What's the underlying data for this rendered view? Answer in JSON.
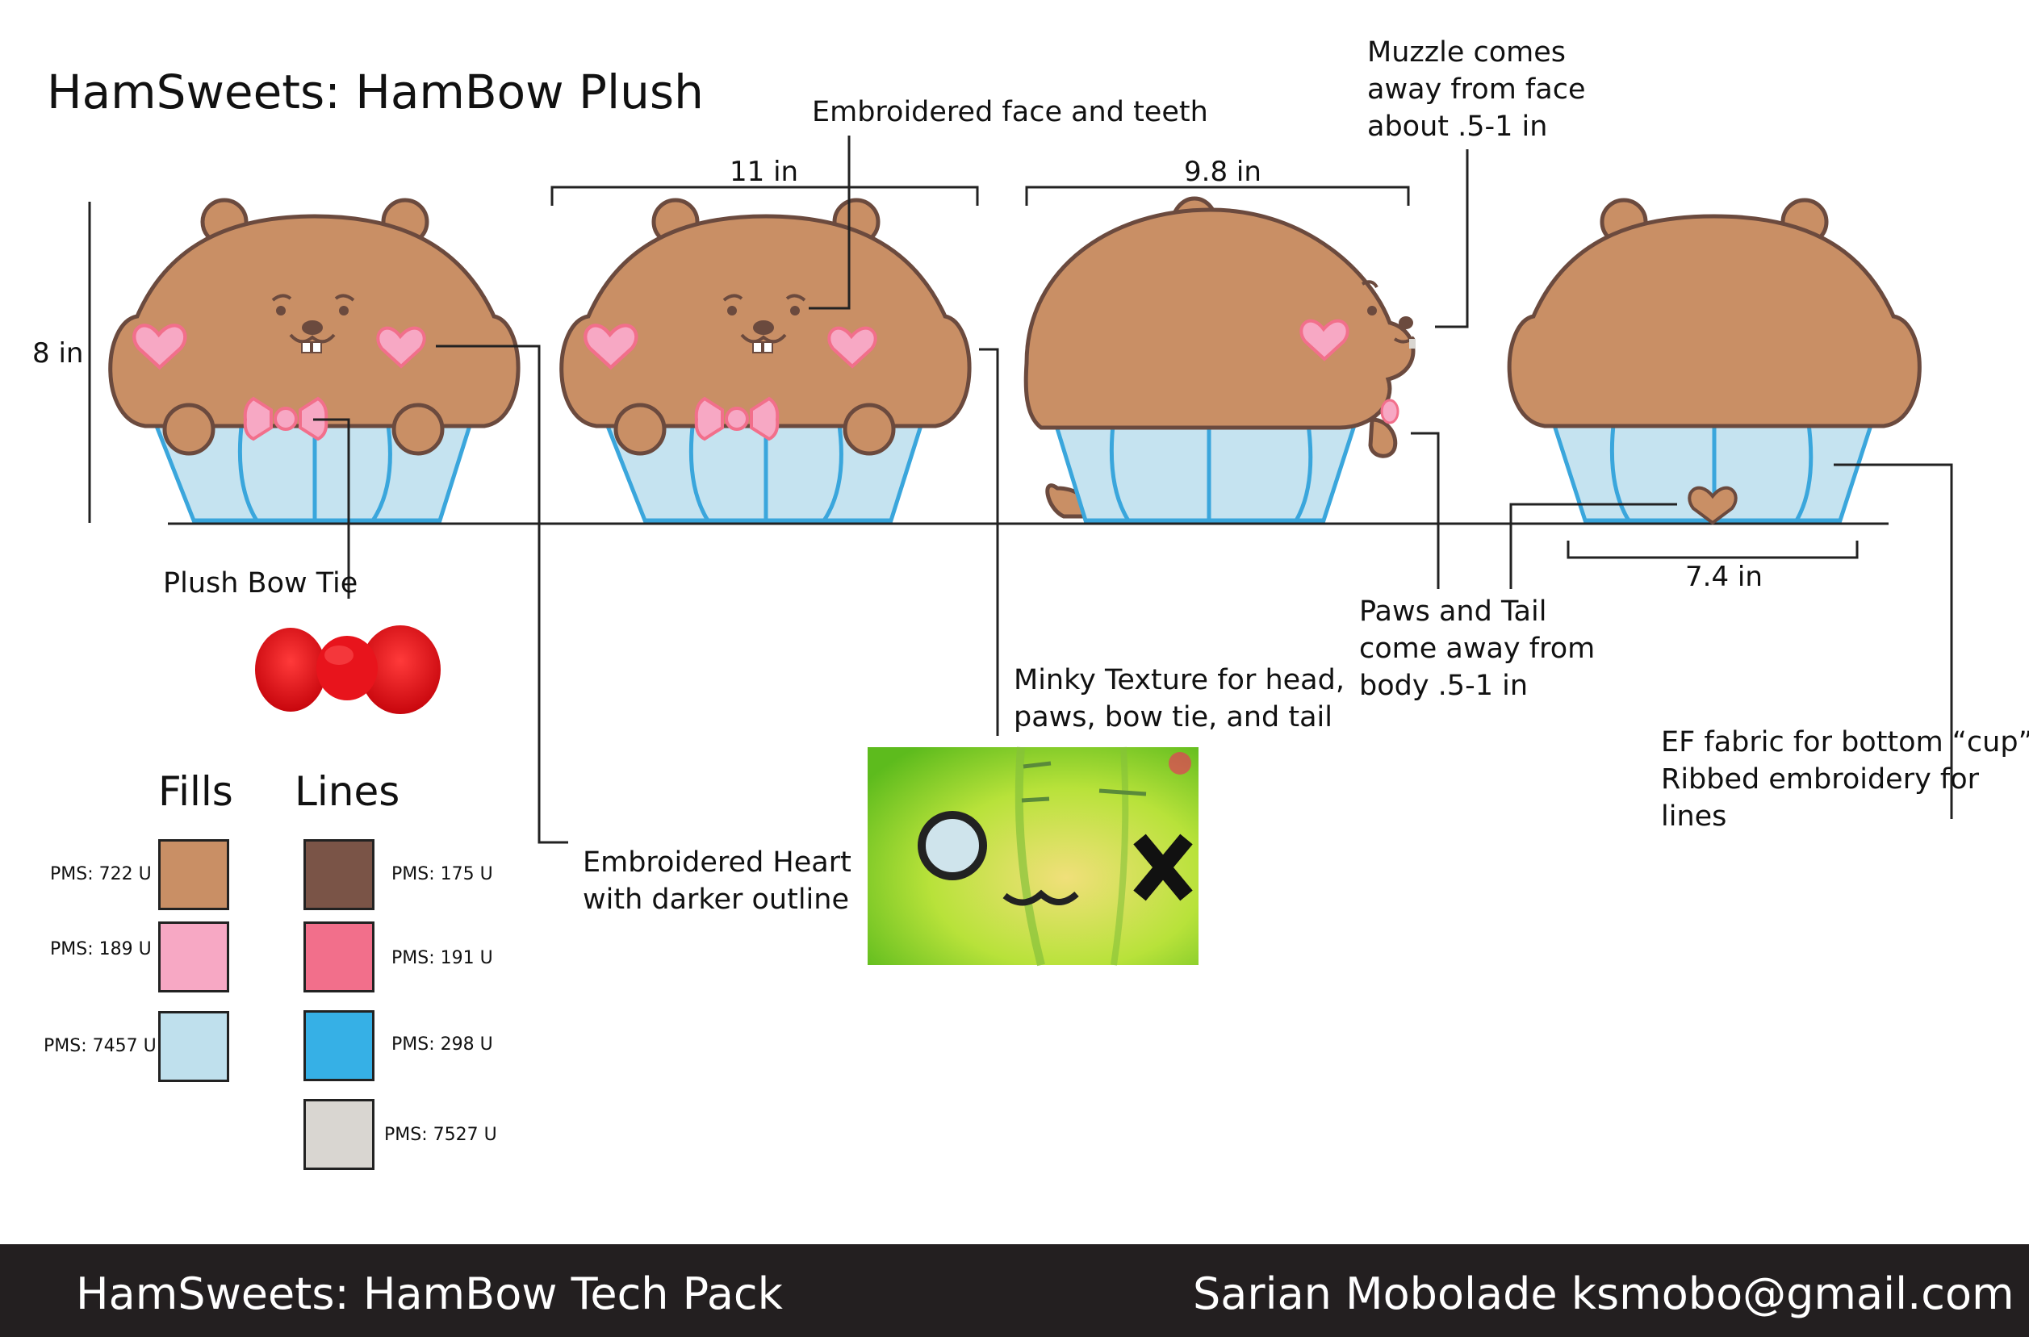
{
  "title": "HamSweets: HamBow Plush",
  "dimensions": {
    "height": "8 in",
    "front_width": "11 in",
    "side_width": "9.8 in",
    "back_bottom_width": "7.4 in"
  },
  "callouts": {
    "face": "Embroidered face and teeth",
    "muzzle": [
      "Muzzle comes",
      "away from face",
      "about .5-1 in"
    ],
    "bow_tie": "Plush Bow Tie",
    "minky": [
      "Minky Texture for head,",
      "paws, bow tie, and tail"
    ],
    "heart": [
      "Embroidered Heart",
      "with darker outline"
    ],
    "paws": [
      "Paws and Tail",
      "come away from",
      "body .5-1 in"
    ],
    "fabric": [
      "EF fabric for bottom “cup”",
      "Ribbed embroidery for",
      "lines"
    ]
  },
  "palette": {
    "fills_heading": "Fills",
    "lines_heading": "Lines",
    "fills": [
      {
        "pms": "PMS: 722 U",
        "color": "#c98f65"
      },
      {
        "pms": "PMS: 189 U",
        "color": "#f7a8c4"
      },
      {
        "pms": "PMS: 7457 U",
        "color": "#bfe0ed"
      }
    ],
    "lines": [
      {
        "pms": "PMS: 175 U",
        "color": "#7a5447"
      },
      {
        "pms": "PMS: 191 U",
        "color": "#f26f8b"
      },
      {
        "pms": "PMS: 298 U",
        "color": "#36b0e6"
      },
      {
        "pms": "PMS: 7527 U",
        "color": "#d9d6d1"
      }
    ]
  },
  "colors": {
    "body_fill": "#c98f65",
    "body_line": "#6b4a3e",
    "cup_fill": "#c5e3f0",
    "cup_line": "#3aa6dc",
    "heart_fill": "#f7a8c4",
    "heart_line": "#f26f8b",
    "bow_red": "#e8141c",
    "footer_bg": "#231f20"
  },
  "footer": {
    "left": "HamSweets: HamBow Tech Pack",
    "right": "Sarian Mobolade ksmobo@gmail.com"
  }
}
